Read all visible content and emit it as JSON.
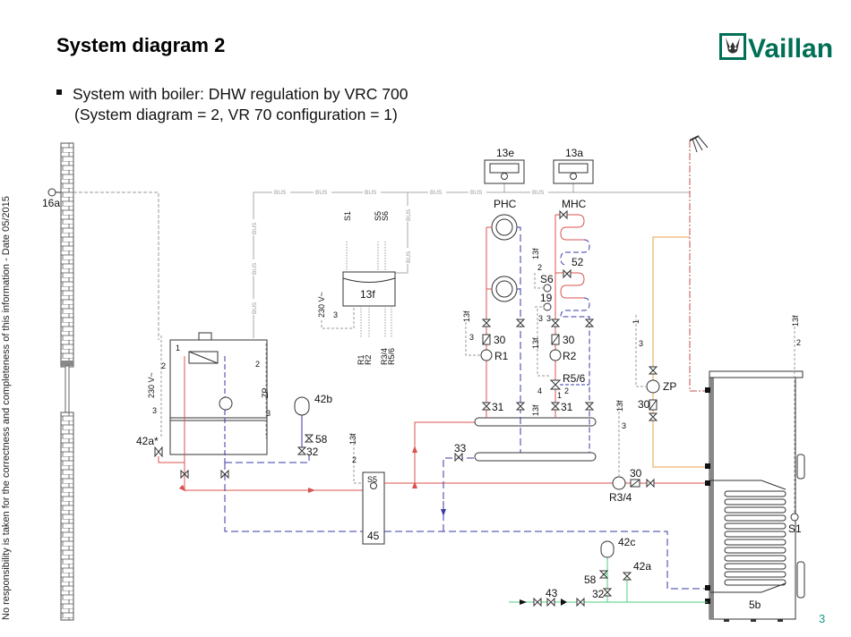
{
  "header": {
    "title": "System diagram 2",
    "bullet_line1": "System with boiler: DHW regulation by VRC 700",
    "bullet_line2": "(System diagram = 2, VR 70 configuration = 1)",
    "logo_text": "Vaillant",
    "logo_color": "#006f55"
  },
  "footer": {
    "disclaimer": "No responsibility is taken for the correctness and completeness of this information - Date 05/2015",
    "page_number": "3",
    "page_number_color": "#1a9a8a"
  },
  "colors": {
    "flow": "#d9534f",
    "return": "#3a3aa8",
    "dhw": "#e8a24a",
    "cold": "#4cd07a",
    "bus": "#aaaaaa",
    "signal": "#999999"
  },
  "diagram": {
    "bus_label": "BUS",
    "components": {
      "outdoor_sensor": "16a",
      "controller_e": "13e",
      "controller_a": "13a",
      "module": "13f",
      "boiler": "1",
      "boiler_supply": "230 V~",
      "module_supply": "230 V~",
      "zp_label": "ZP",
      "expansion_heating": "42b",
      "expansion_dhw": "42c",
      "safety_valve_boiler": "42a*",
      "safety_valve_dhw": "42a",
      "fill_valve": "58",
      "cap_valve": "32",
      "hydraulic_separator": "45",
      "separator_sensor": "S5",
      "bypass_valve": "33",
      "cylinder": "5b",
      "cylinder_sensor": "S1",
      "cold_water_group": "43",
      "circuit_phc": "PHC",
      "circuit_mhc": "MHC",
      "pump_r1": "R1",
      "pump_r2": "R2",
      "pump_r34": "R3/4",
      "mixer_r56": "R5/6",
      "mixer_port1": "1",
      "mixer_port2": "2",
      "check_valve": "30",
      "shutoff": "31",
      "thermostat": "52",
      "sensor_s6": "S6",
      "limit_thermostat": "19",
      "circulation_pump": "ZP"
    },
    "module_terminals_top": [
      "S1",
      "S5",
      "S6"
    ],
    "module_terminals_bottom": [
      "R1",
      "R2",
      "R3/4",
      "R5/6"
    ],
    "wire_counts": {
      "two": "2",
      "three": "3",
      "four": "4",
      "one": "1"
    },
    "wire_tag_13f": "13f"
  }
}
